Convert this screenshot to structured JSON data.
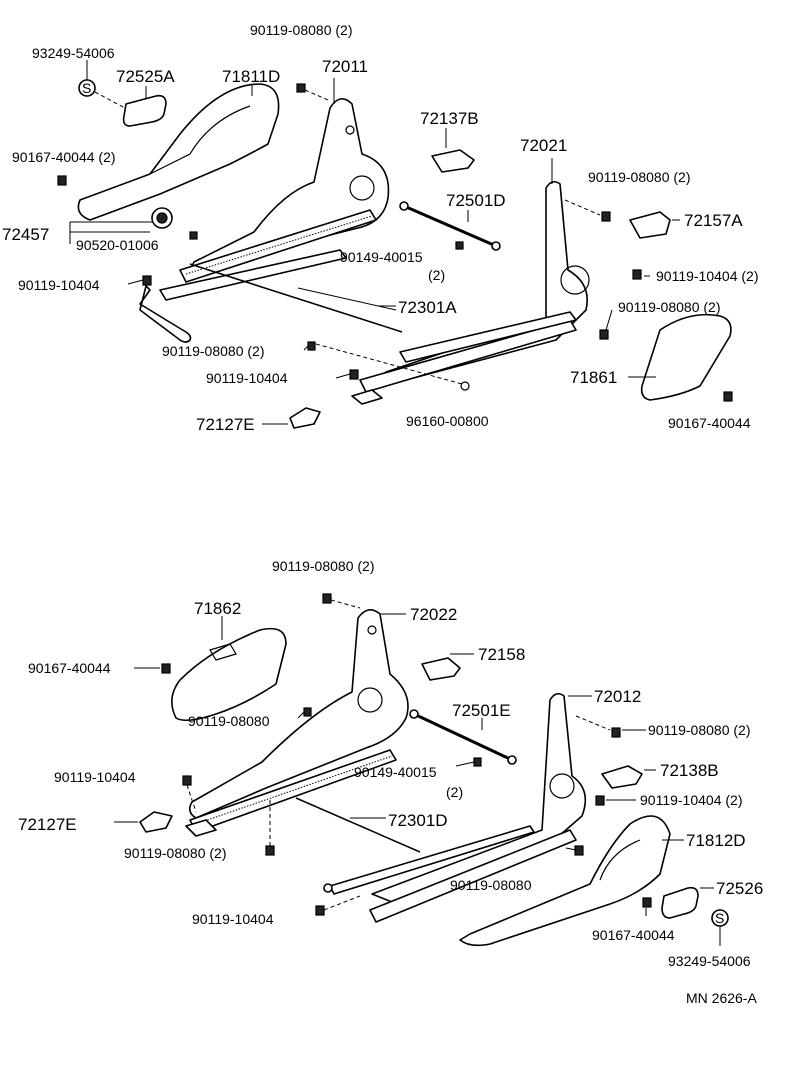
{
  "diagram": {
    "catalog_code": "MN  2626-A",
    "top_assembly": {
      "labels": {
        "p93249_54006": "93249-54006",
        "p72525A": "72525A",
        "p71811D": "71811D",
        "p90119_08080_2_a": "90119-08080 (2)",
        "p72011": "72011",
        "p72137B": "72137B",
        "p72021": "72021",
        "p90119_08080_2_b": "90119-08080 (2)",
        "p72157A": "72157A",
        "p90167_40044_2": "90167-40044 (2)",
        "p72501D": "72501D",
        "p72457": "72457",
        "p90520_01006": "90520-01006",
        "p90149_40015": "90149-40015",
        "p90149_40015_qty": "(2)",
        "p90119_10404_a": "90119-10404",
        "p90119_10404_2": "90119-10404 (2)",
        "p72301A": "72301A",
        "p90119_08080_2_c": "90119-08080 (2)",
        "p90119_08080_2_d": "90119-08080 (2)",
        "p90119_10404_b": "90119-10404",
        "p71861": "71861",
        "p72127E": "72127E",
        "p96160_00800": "96160-00800",
        "p90167_40044": "90167-40044",
        "s_mark": "S"
      }
    },
    "bottom_assembly": {
      "labels": {
        "p90119_08080_2_a": "90119-08080 (2)",
        "p71862": "71862",
        "p72022": "72022",
        "p72158": "72158",
        "p90167_40044": "90167-40044",
        "p72012": "72012",
        "p72501E": "72501E",
        "p90119_08080": "90119-08080",
        "p90119_08080_2_b": "90119-08080 (2)",
        "p90119_10404_a": "90119-10404",
        "p90149_40015": "90149-40015",
        "p90149_40015_qty": "(2)",
        "p72138B": "72138B",
        "p90119_10404_2": "90119-10404 (2)",
        "p72127E": "72127E",
        "p72301D": "72301D",
        "p71812D": "71812D",
        "p90119_08080_2_c": "90119-08080 (2)",
        "p90119_08080_b": "90119-08080",
        "p72526": "72526",
        "p90119_10404_b": "90119-10404",
        "p90167_40044_b": "90167-40044",
        "p93249_54006": "93249-54006",
        "s_mark": "S"
      }
    }
  }
}
